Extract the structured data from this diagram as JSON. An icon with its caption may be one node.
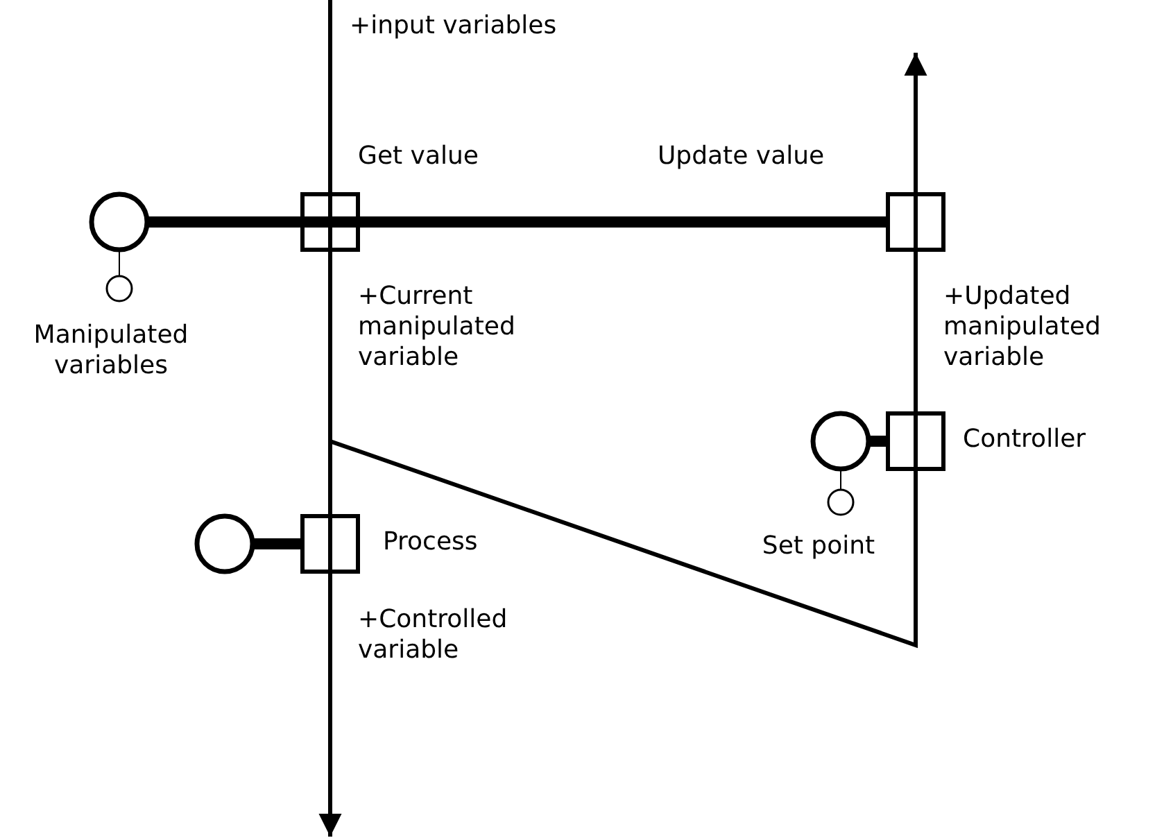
{
  "diagram": {
    "nodes": [
      {
        "text": [
          "Get value"
        ]
      },
      {
        "text": [
          "Update value"
        ]
      },
      {
        "text": [],
        "shape": "circle"
      },
      {
        "text": [
          "Manipulated variables"
        ]
      },
      {
        "text": [
          "Controller"
        ]
      },
      {
        "text": [],
        "shape": "circle"
      },
      {
        "text": [
          "Set point"
        ]
      },
      {
        "text": [
          "Process"
        ]
      },
      {
        "text": [],
        "shape": "circle"
      }
    ],
    "edges": [
      {
        "from": null,
        "to": 0,
        "arrow": "none",
        "label": "+input variables"
      },
      {
        "from": 2,
        "to": 0,
        "arrow": "none",
        "style": "thick"
      },
      {
        "from": 0,
        "to": 1,
        "arrow": "none",
        "style": "thick"
      },
      {
        "from": 3,
        "to": 2,
        "arrow": "none"
      },
      {
        "from": 0,
        "to": 7,
        "arrow": "none",
        "label": "+Current manipulated variable"
      },
      {
        "from": 0,
        "to": 4,
        "arrow": "none"
      },
      {
        "from": 7,
        "to": null,
        "arrow": "to",
        "label": "+Controlled variable"
      },
      {
        "from": 6,
        "to": 5,
        "arrow": "none"
      },
      {
        "from": 5,
        "to": 4,
        "arrow": "none",
        "style": "thick"
      },
      {
        "from": 4,
        "to": 1,
        "arrow": "none",
        "label": "+Updated manipulated variable"
      },
      {
        "from": 1,
        "to": null,
        "arrow": "to"
      },
      {
        "from": 8,
        "to": 7,
        "arrow": "none",
        "style": "thick"
      }
    ]
  }
}
